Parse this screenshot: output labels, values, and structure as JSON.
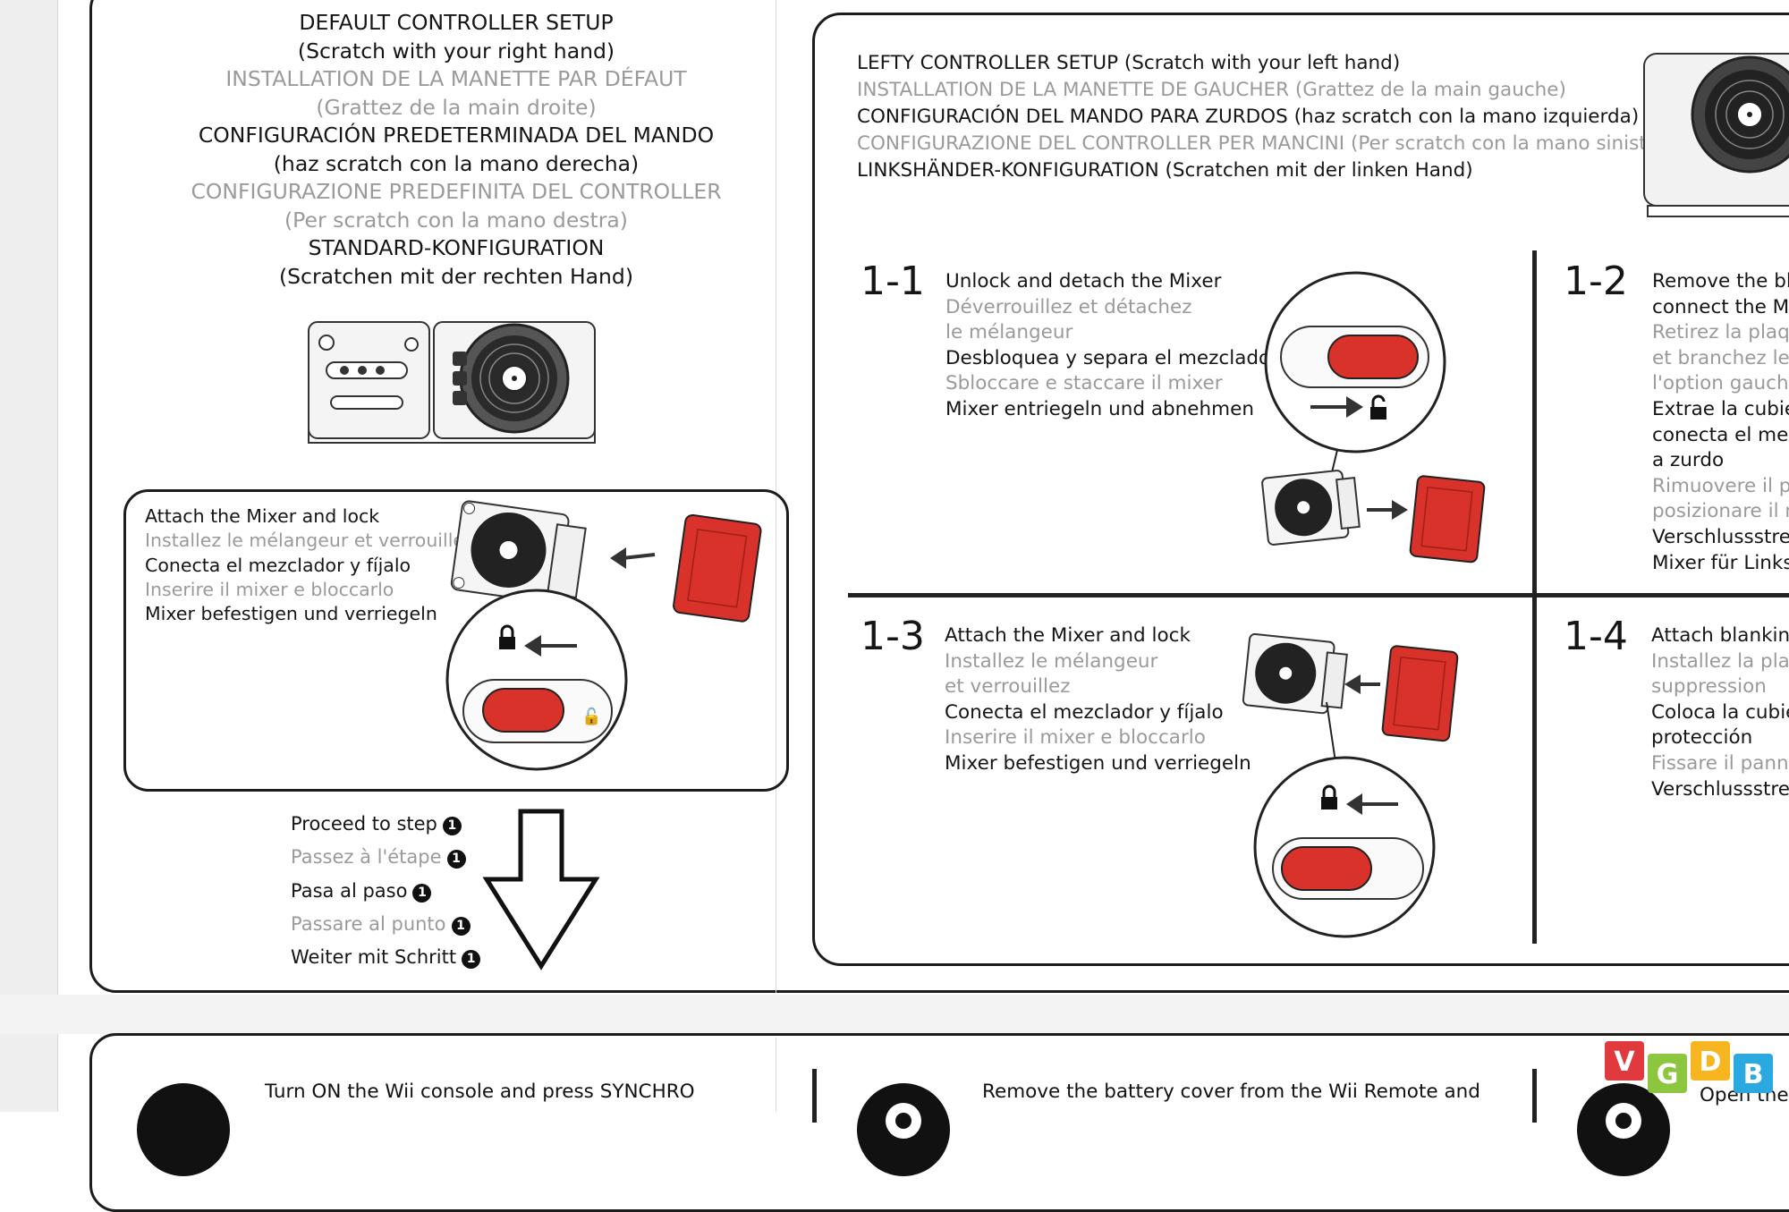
{
  "default_setup": {
    "lines": [
      {
        "text": "DEFAULT CONTROLLER SETUP",
        "tone": "black"
      },
      {
        "text": "(Scratch with your right hand)",
        "tone": "black"
      },
      {
        "text": "INSTALLATION DE LA MANETTE PAR DÉFAUT",
        "tone": "gray"
      },
      {
        "text": "(Grattez de la main droite)",
        "tone": "gray"
      },
      {
        "text": "CONFIGURACIÓN PREDETERMINADA DEL MANDO",
        "tone": "black"
      },
      {
        "text": "(haz scratch con la mano derecha)",
        "tone": "black"
      },
      {
        "text": "CONFIGURAZIONE PREDEFINITA DEL CONTROLLER",
        "tone": "gray"
      },
      {
        "text": "(Per scratch con la mano destra)",
        "tone": "gray"
      },
      {
        "text": "STANDARD-KONFIGURATION",
        "tone": "black"
      },
      {
        "text": "(Scratchen mit der rechten Hand)",
        "tone": "black"
      }
    ]
  },
  "attach_box": {
    "lines": [
      {
        "text": "Attach the Mixer and lock",
        "tone": "black"
      },
      {
        "text": "Installez le mélangeur et verrouillez",
        "tone": "gray"
      },
      {
        "text": "Conecta el mezclador y fíjalo",
        "tone": "black"
      },
      {
        "text": "Inserire il mixer e bloccarlo",
        "tone": "gray"
      },
      {
        "text": "Mixer befestigen und verriegeln",
        "tone": "black"
      }
    ]
  },
  "proceed": {
    "step_marker": "1",
    "lines": [
      {
        "text": "Proceed to step",
        "tone": "black"
      },
      {
        "text": "Passez à l'étape",
        "tone": "gray"
      },
      {
        "text": "Pasa al paso",
        "tone": "black"
      },
      {
        "text": "Passare al punto",
        "tone": "gray"
      },
      {
        "text": "Weiter mit Schritt",
        "tone": "black"
      }
    ]
  },
  "lefty_setup": {
    "lines": [
      {
        "text": "LEFTY CONTROLLER SETUP (Scratch with your left hand)",
        "tone": "black"
      },
      {
        "text": "INSTALLATION DE LA MANETTE DE GAUCHER (Grattez de la main gauche)",
        "tone": "gray"
      },
      {
        "text": "CONFIGURACIÓN DEL MANDO PARA ZURDOS (haz scratch con la mano izquierda)",
        "tone": "black"
      },
      {
        "text": "CONFIGURAZIONE DEL CONTROLLER PER MANCINI (Per scratch con la mano sinistra)",
        "tone": "gray"
      },
      {
        "text": "LINKSHÄNDER-KONFIGURATION (Scratchen mit der linken Hand)",
        "tone": "black"
      }
    ]
  },
  "steps": [
    {
      "number": "1-1",
      "lines": [
        {
          "text": "Unlock and detach the Mixer",
          "tone": "black"
        },
        {
          "text": "Déverrouillez et détachez",
          "tone": "gray"
        },
        {
          "text": "le mélangeur",
          "tone": "gray"
        },
        {
          "text": "Desbloquea y separa el mezclador",
          "tone": "black"
        },
        {
          "text": "Sbloccare e staccare il mixer",
          "tone": "gray"
        },
        {
          "text": "Mixer entriegeln und abnehmen",
          "tone": "black"
        }
      ]
    },
    {
      "number": "1-2",
      "lines": [
        {
          "text": "Remove the blan",
          "tone": "black"
        },
        {
          "text": "connect the Mix",
          "tone": "black"
        },
        {
          "text": "Retirez la plaque",
          "tone": "gray"
        },
        {
          "text": "et branchez le m",
          "tone": "gray"
        },
        {
          "text": "l'option gauche",
          "tone": "gray"
        },
        {
          "text": "Extrae la cubierta",
          "tone": "black"
        },
        {
          "text": "conecta el mezc",
          "tone": "black"
        },
        {
          "text": "a zurdo",
          "tone": "black"
        },
        {
          "text": "Rimuovere il pan",
          "tone": "gray"
        },
        {
          "text": "posizionare il mi",
          "tone": "gray"
        },
        {
          "text": "Verschlussstreife",
          "tone": "black"
        },
        {
          "text": "Mixer für Linksh",
          "tone": "black"
        }
      ]
    },
    {
      "number": "1-3",
      "lines": [
        {
          "text": "Attach the Mixer and lock",
          "tone": "black"
        },
        {
          "text": "Installez le mélangeur",
          "tone": "gray"
        },
        {
          "text": "et verrouillez",
          "tone": "gray"
        },
        {
          "text": "Conecta el mezclador y fíjalo",
          "tone": "black"
        },
        {
          "text": "Inserire il mixer e bloccarlo",
          "tone": "gray"
        },
        {
          "text": "Mixer befestigen und verriegeln",
          "tone": "black"
        }
      ]
    },
    {
      "number": "1-4",
      "lines": [
        {
          "text": "Attach blanking",
          "tone": "black"
        },
        {
          "text": "Installez la plaq",
          "tone": "gray"
        },
        {
          "text": "suppression",
          "tone": "gray"
        },
        {
          "text": "Coloca la cubier",
          "tone": "black"
        },
        {
          "text": "protección",
          "tone": "black"
        },
        {
          "text": "Fissare il pannel",
          "tone": "gray"
        },
        {
          "text": "Verschlussstreif",
          "tone": "black"
        }
      ]
    }
  ],
  "bottom_row": {
    "text_1": "Turn ON the Wii console and press SYNCHRO",
    "text_2": "Remove the battery cover from the Wii Remote and",
    "text_3": "Open the"
  },
  "watermark": {
    "letters": [
      "V",
      "G",
      "D",
      "B"
    ],
    "colors": [
      "#e0393e",
      "#8cc63f",
      "#f7b520",
      "#2aa8e0"
    ]
  },
  "colors": {
    "ink": "#151515",
    "gray_text": "#9a9a9a",
    "mixer_red": "#d8322a"
  },
  "icons": [
    "turntable-controller",
    "mixer-unit",
    "unlock-icon",
    "lock-icon",
    "arrow-icon",
    "down-arrow-icon",
    "step-circle-icon"
  ]
}
